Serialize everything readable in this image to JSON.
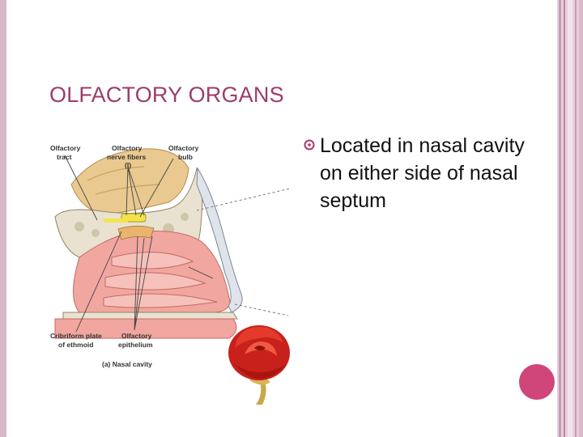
{
  "slide": {
    "title": "OLFACTORY ORGANS",
    "bullet_text": "Located in nasal cavity on either side of nasal septum"
  },
  "figure": {
    "label_olfactory_tract_1": "Olfactory",
    "label_olfactory_tract_2": "tract",
    "label_nerve_fibers_1": "Olfactory",
    "label_nerve_fibers_2": "nerve fibers",
    "label_nerve_fibers_3": "(I)",
    "label_bulb_1": "Olfactory",
    "label_bulb_2": "bulb",
    "label_cribriform_1": "Cribriform plate",
    "label_cribriform_2": "of ethmoid",
    "label_epithelium_1": "Olfactory",
    "label_epithelium_2": "epithelium",
    "caption": "(a) Nasal cavity"
  },
  "colors": {
    "title": "#9c3d6b",
    "accent_circle": "#d0467a",
    "frame": "#d7b7c8"
  },
  "icons": {
    "bullet": "open-circle-bullet-icon"
  }
}
